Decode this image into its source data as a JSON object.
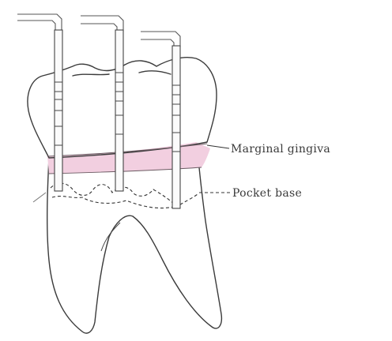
{
  "labels": {
    "marginal_gingiva": "Marginal gingiva",
    "pocket_base": "Pocket base"
  },
  "colors": {
    "root": "#f1efd6",
    "crown": "#ffffff",
    "gingiva": "#f2cfe0",
    "outline": "#3b3b3b"
  },
  "probes": [
    {
      "name": "probe-left"
    },
    {
      "name": "probe-middle"
    },
    {
      "name": "probe-right"
    }
  ]
}
